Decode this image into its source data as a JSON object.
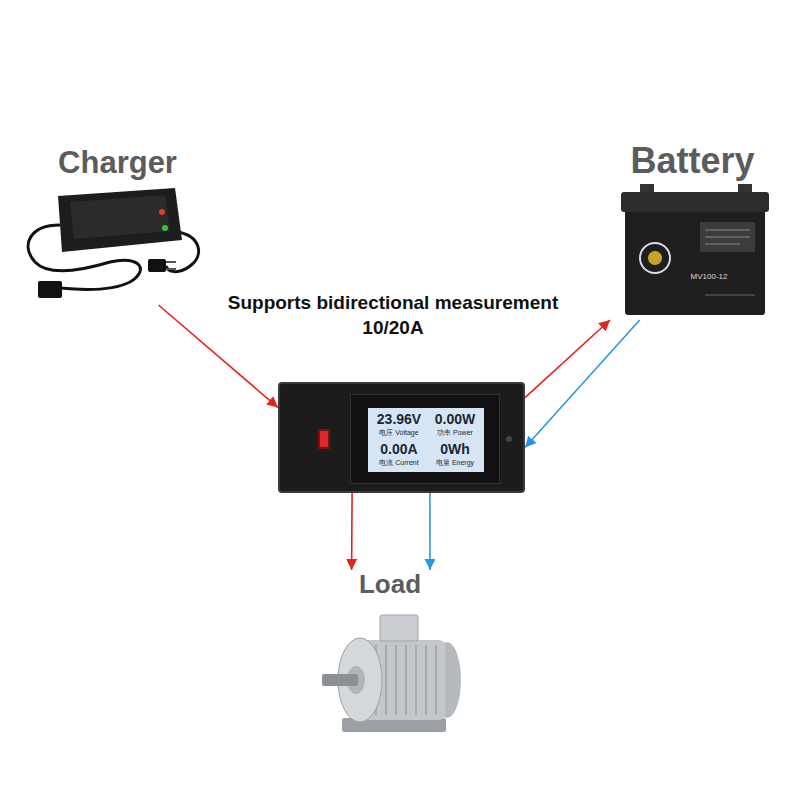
{
  "diagram": {
    "nodes": [
      {
        "text": [
          "Charger"
        ]
      },
      {
        "text": [
          "Battery"
        ]
      },
      {
        "text": [
          "23.96V",
          "0.00W",
          "电压 Voltage",
          "功率 Power",
          "0.00A",
          "0Wh",
          "电流 Current",
          "电量 Energy"
        ]
      },
      {
        "text": [
          "Load"
        ]
      }
    ],
    "edges": [
      {
        "from": 0,
        "to": 2,
        "arrow": "to"
      },
      {
        "from": 2,
        "to": 1,
        "arrow": "to"
      },
      {
        "from": 1,
        "to": 2,
        "arrow": "to"
      },
      {
        "from": 2,
        "to": 3,
        "arrow": "to"
      },
      {
        "from": 2,
        "to": 3,
        "arrow": "to"
      }
    ],
    "labels": [
      "Supports bidirectional measurement 10/20A",
      "MV100-12"
    ]
  }
}
